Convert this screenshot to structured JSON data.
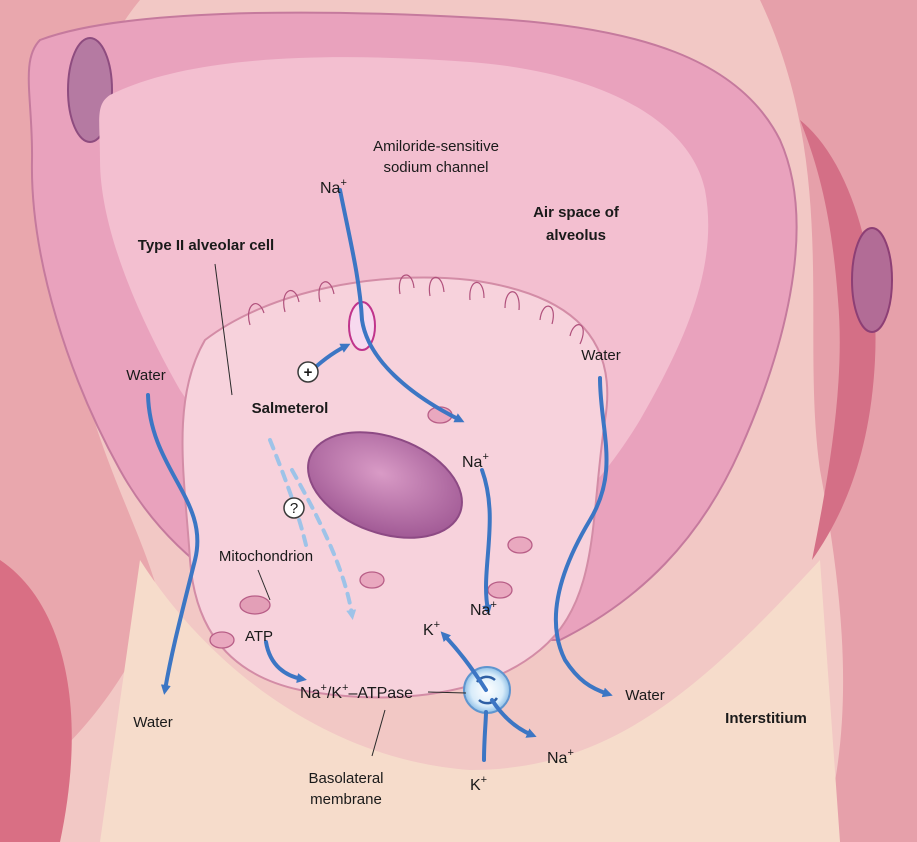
{
  "labels": {
    "amiloride_line1": "Amiloride-sensitive",
    "amiloride_line2": "sodium channel",
    "air_space_line1": "Air space of",
    "air_space_line2": "alveolus",
    "type2_cell": "Type II alveolar cell",
    "salmeterol": "Salmeterol",
    "mitochondrion": "Mitochondrion",
    "atp": "ATP",
    "atpase_na": "Na",
    "atpase_sep": "/K",
    "atpase_tail": "–ATPase",
    "interstitium": "Interstitium",
    "basolateral_line1": "Basolateral",
    "basolateral_line2": "membrane",
    "water_left": "Water",
    "water_right": "Water",
    "water_bottom_left": "Water",
    "water_bottom_right": "Water",
    "sodium": "Na",
    "potassium": "K",
    "plus_sup": "+",
    "stimulate_symbol": "+",
    "unknown_symbol": "?"
  }
}
